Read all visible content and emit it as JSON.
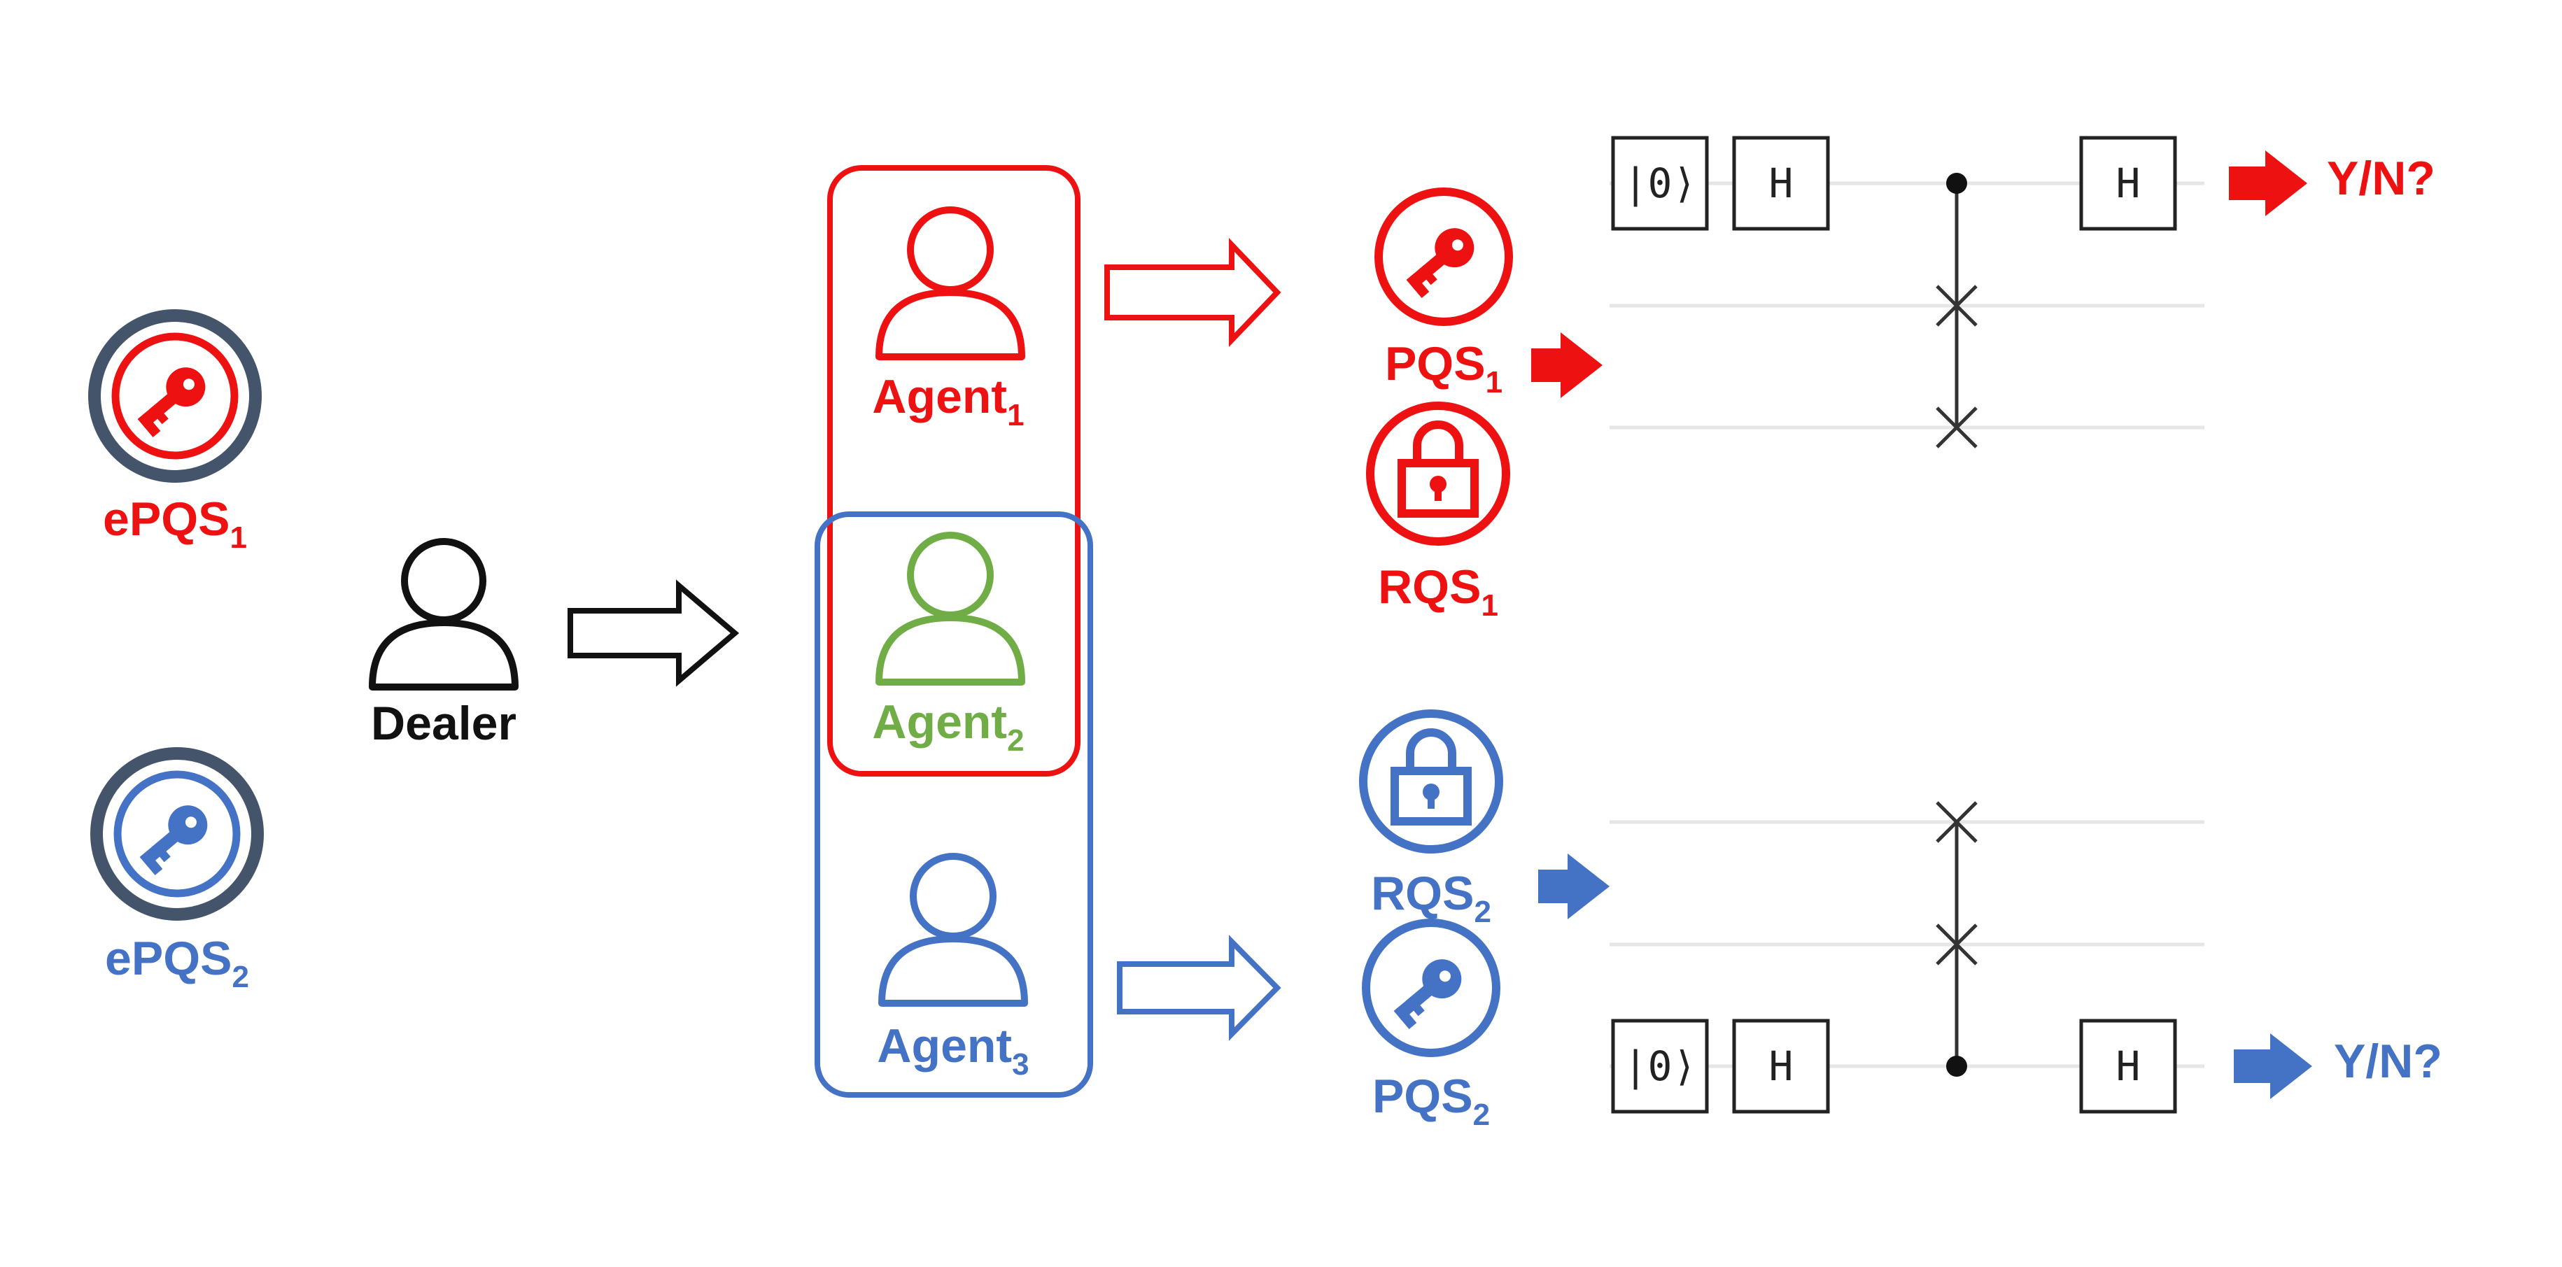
{
  "colors": {
    "red": "#ee1111",
    "blue": "#4472c4",
    "green": "#70ad47",
    "dark": "#44546a",
    "black": "#111111"
  },
  "labels": {
    "epqs1": {
      "main": "ePQS",
      "sub": "1"
    },
    "epqs2": {
      "main": "ePQS",
      "sub": "2"
    },
    "dealer": "Dealer",
    "agent1": {
      "main": "Agent",
      "sub": "1"
    },
    "agent2": {
      "main": "Agent",
      "sub": "2"
    },
    "agent3": {
      "main": "Agent",
      "sub": "3"
    },
    "pqs1": {
      "main": "PQS",
      "sub": "1"
    },
    "rqs1": {
      "main": "RQS",
      "sub": "1"
    },
    "rqs2": {
      "main": "RQS",
      "sub": "2"
    },
    "pqs2": {
      "main": "PQS",
      "sub": "2"
    },
    "result_top": "Y/N?",
    "result_bottom": "Y/N?"
  },
  "circuit": {
    "ket_label": "|0⟩",
    "hadamard_label": "H"
  },
  "icons": [
    "key-icon",
    "lock-icon",
    "person-icon",
    "arrow-icon",
    "swap-icon"
  ]
}
